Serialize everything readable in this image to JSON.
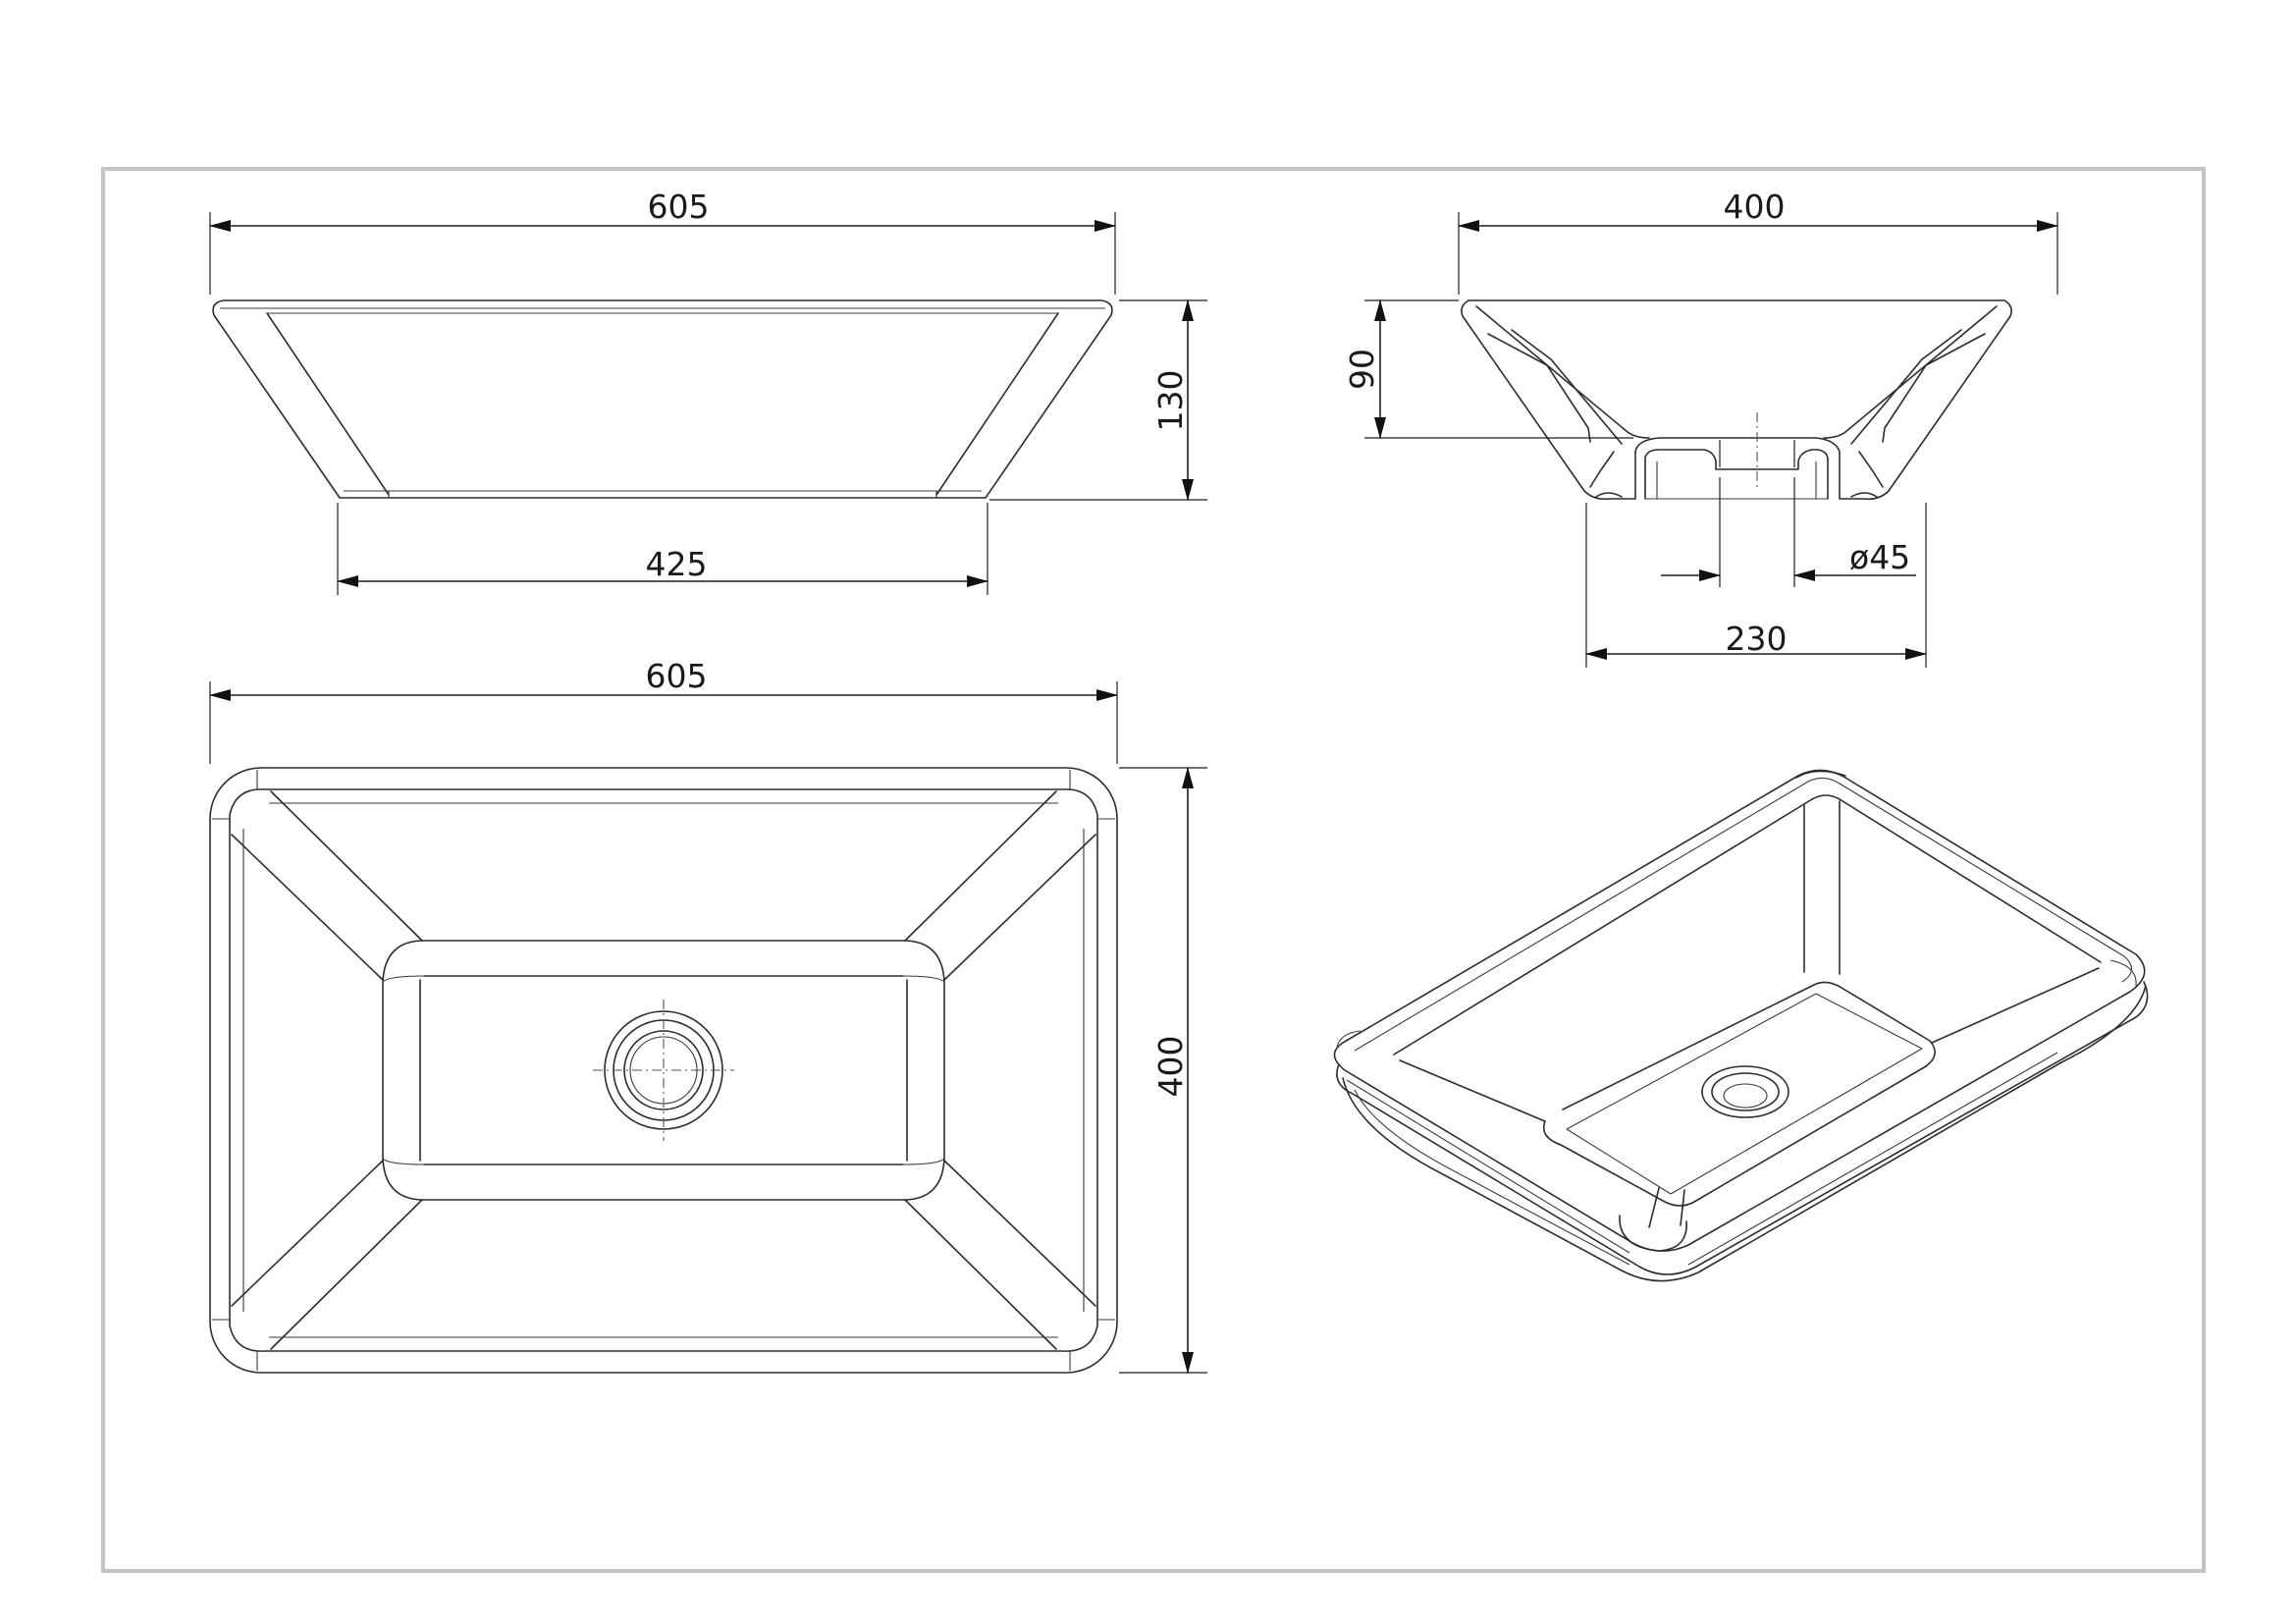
{
  "drawing": {
    "front_view": {
      "top_width": "605",
      "bottom_width": "425",
      "height": "130"
    },
    "side_view": {
      "top_width": "400",
      "inner_depth": "90",
      "base_width": "230",
      "drain_diameter": "ø45"
    },
    "top_view": {
      "length": "605",
      "width": "400"
    }
  }
}
